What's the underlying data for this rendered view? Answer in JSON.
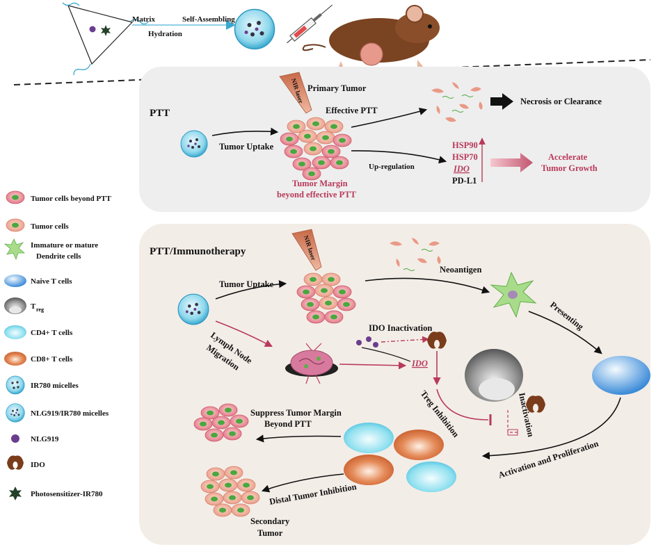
{
  "top": {
    "matrix": "Matrix",
    "hydration": "Hydration",
    "self_assembling": "Self-Assembling"
  },
  "ptt_panel": {
    "title": "PTT",
    "primary_tumor": "Primary Tumor",
    "nir_laser": "NIR laser",
    "effective_ptt": "Effective PTT",
    "tumor_uptake": "Tumor Uptake",
    "necrosis": "Necrosis or Clearance",
    "up_regulation": "Up-regulation",
    "markers": [
      "HSP90",
      "HSP70",
      "IDO",
      "PD-L1"
    ],
    "accelerate_1": "Accelerate",
    "accelerate_2": "Tumor Growth",
    "margin_1": "Tumor Margin",
    "margin_2": "beyond effective PTT"
  },
  "immuno_panel": {
    "title": "PTT/Immunotherapy",
    "nir_laser": "NIR laser",
    "neoantigen": "Neoantigen",
    "tumor_uptake": "Tumor Uptake",
    "presenting": "Presenting",
    "lymph_1": "Lymph Node",
    "lymph_2": "Migration",
    "ido_inactivation": "IDO Inactivation",
    "ido": "IDO",
    "treg_inhibition": "Treg Inhibition",
    "inactivation": "Inactivation",
    "suppress_1": "Suppress Tumor Margin",
    "suppress_2": "Beyond PTT",
    "activation": "Activation and Proliferation",
    "distal": "Distal Tumor Inhibition",
    "secondary_1": "Secondary",
    "secondary_2": "Tumor"
  },
  "legend": {
    "items": [
      {
        "label": "Tumor cells beyond PTT",
        "icon": "tumor-cell-beyond-icon"
      },
      {
        "label": "Tumor cells",
        "icon": "tumor-cell-icon"
      },
      {
        "label": "Immature or mature",
        "label2": "Dendrite cells",
        "icon": "dendritic-cell-icon"
      },
      {
        "label": "Naive T cells",
        "icon": "naive-t-cell-icon"
      },
      {
        "label": "T",
        "sub": "reg",
        "icon": "treg-icon"
      },
      {
        "label": "CD4+ T cells",
        "icon": "cd4-t-cell-icon"
      },
      {
        "label": "CD8+ T cells",
        "icon": "cd8-t-cell-icon"
      },
      {
        "label": "IR780 micelles",
        "icon": "ir780-micelle-icon"
      },
      {
        "label": "NLG919/IR780 micelles",
        "icon": "nlg919-ir780-micelle-icon"
      },
      {
        "label": "NLG919",
        "icon": "nlg919-icon"
      },
      {
        "label": "IDO",
        "icon": "ido-icon"
      },
      {
        "label": "Photosensitizer-IR780",
        "icon": "photosensitizer-icon"
      }
    ]
  },
  "colors": {
    "accent_red": "#b83a5a",
    "panel_bg": "#eeeeee",
    "panel_bg_warm": "#f3ede7"
  }
}
